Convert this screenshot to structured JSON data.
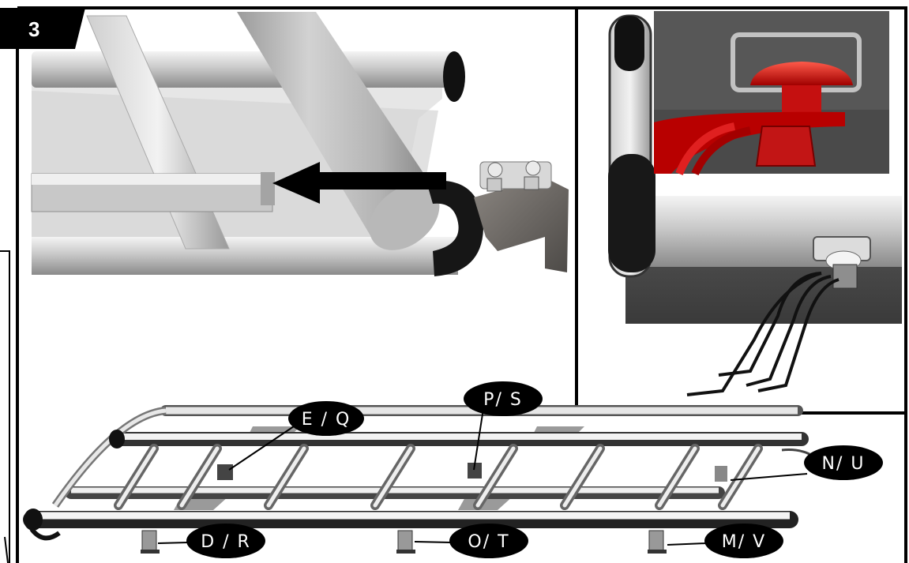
{
  "step": {
    "number": "3"
  },
  "labels": {
    "e_q": "E / Q",
    "p_s": "P/ S",
    "n_u": "N/ U",
    "d_r": "D / R",
    "o_t": "O/ T",
    "m_v": "M/ V"
  },
  "colors": {
    "frame": "#000000",
    "callout_fill": "#000000",
    "callout_text": "#ffffff",
    "bolt_highlight": "#d40000",
    "inset_background": "#4a4a4a",
    "tube_silver": "#d9d9d9"
  },
  "icons": {
    "direction_arrow": "arrow-left-icon"
  }
}
